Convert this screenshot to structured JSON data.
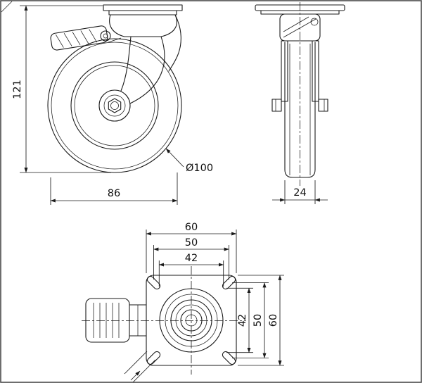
{
  "sheet": {
    "colors": {
      "background": "#ffffff",
      "line": "#1a1a1a"
    }
  },
  "views": {
    "front": {
      "dims": {
        "overall_height": "121",
        "mount_offset": "86",
        "wheel_diameter": "Ø100"
      }
    },
    "side": {
      "dims": {
        "wheel_width": "24"
      }
    },
    "plate": {
      "top_dims": [
        "60",
        "50",
        "42"
      ],
      "right_dims": [
        "42",
        "50",
        "60"
      ]
    }
  }
}
